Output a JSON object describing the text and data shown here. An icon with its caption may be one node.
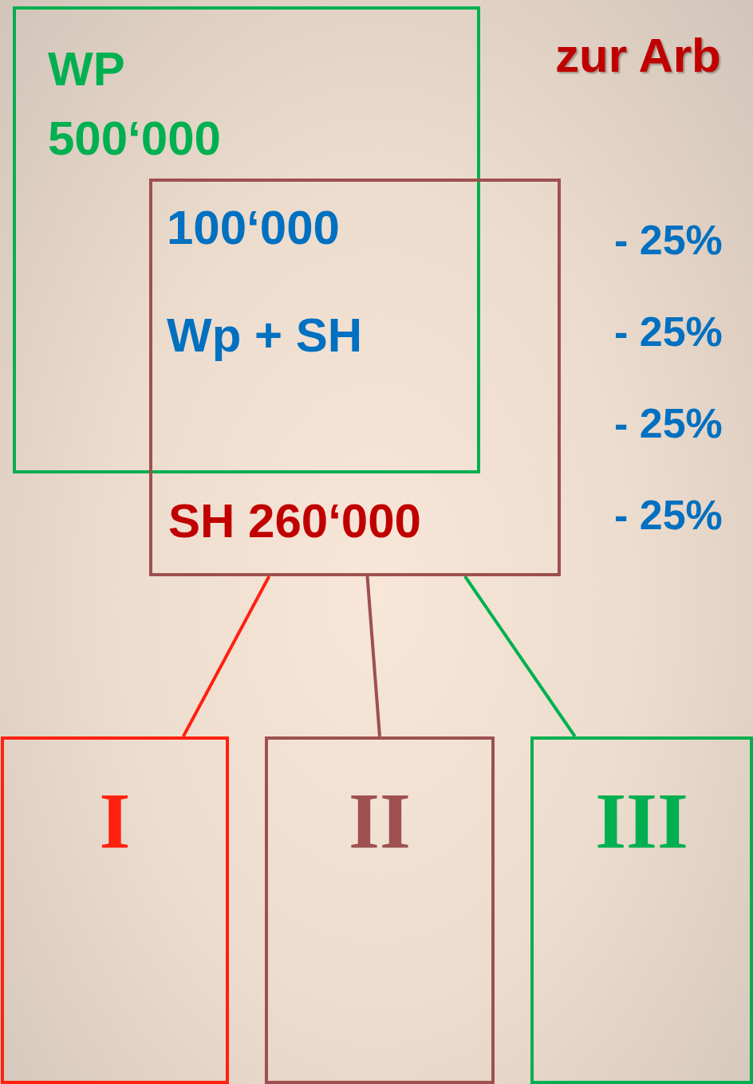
{
  "diagram": {
    "title": "zur Arb",
    "nodes": [
      {
        "text": [
          "WP",
          "500‘000"
        ]
      },
      {
        "text": [
          "100‘000",
          "Wp + SH",
          "SH 260‘000"
        ]
      },
      {
        "text": [
          "I"
        ]
      },
      {
        "text": [
          "II"
        ]
      },
      {
        "text": [
          "III"
        ]
      }
    ],
    "edges": [
      {
        "from": 1,
        "to": 2,
        "arrow": "none",
        "color": "#ff2010"
      },
      {
        "from": 1,
        "to": 3,
        "arrow": "none",
        "color": "#9e5050"
      },
      {
        "from": 1,
        "to": 4,
        "arrow": "none",
        "color": "#00b050"
      }
    ],
    "labels": [
      "- 25%",
      "- 25%",
      "- 25%",
      "- 25%"
    ]
  }
}
